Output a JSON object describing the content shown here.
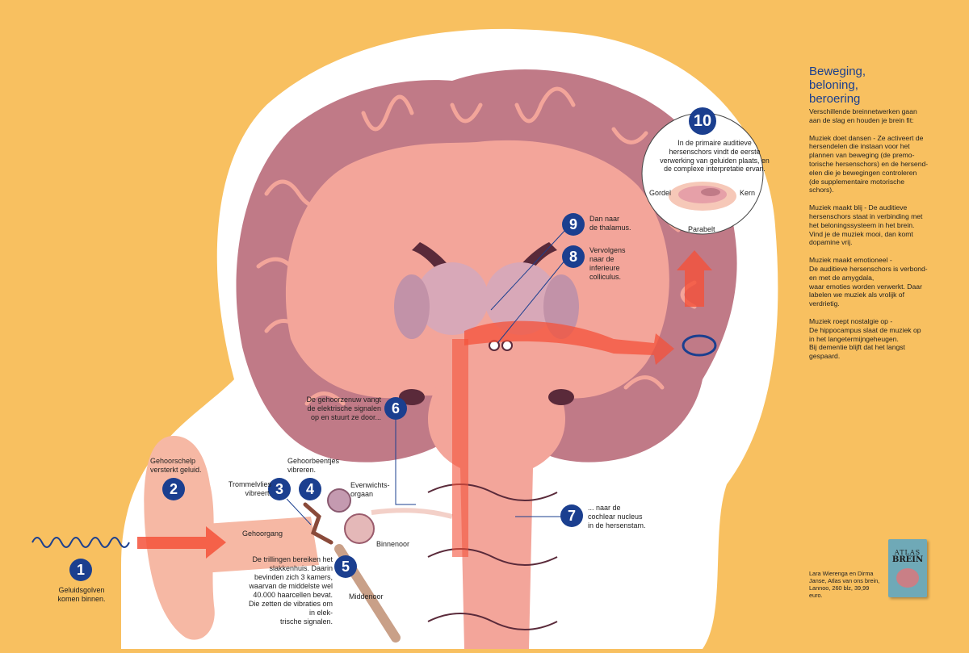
{
  "colors": {
    "background": "#f8c060",
    "head": "#ffffff",
    "brain_outer": "#c07a87",
    "brain_inner": "#f3a59a",
    "badge": "#1b3f8f",
    "arrow": "#f4513a",
    "skin": "#f6b8a4"
  },
  "steps": [
    {
      "num": "1",
      "text": [
        "Geluidsgolven",
        "komen binnen."
      ]
    },
    {
      "num": "2",
      "text": [
        "Gehoorschelp",
        "versterkt geluid."
      ]
    },
    {
      "num": "3",
      "text": [
        "Trommelvlies",
        "vibreert."
      ]
    },
    {
      "num": "4",
      "text": [
        "Gehoorbeentjes",
        "vibreren."
      ]
    },
    {
      "num": "5",
      "text": [
        "De trillingen bereiken het",
        "slakkenhuis. Daarin",
        "bevinden zich 3 kamers,",
        "waarvan de middelste wel",
        "40.000 haarcellen bevat.",
        "Die zetten de vibraties om",
        "in elek-",
        "trische signalen."
      ]
    },
    {
      "num": "6",
      "text": [
        "De gehoorzenuw vangt",
        "de elektrische signalen",
        "op en stuurt ze door..."
      ]
    },
    {
      "num": "7",
      "text": [
        "... naar de",
        "cochlear nucleus",
        "in de hersenstam."
      ]
    },
    {
      "num": "8",
      "text": [
        "Vervolgens",
        "naar de",
        "inferieure",
        "colliculus."
      ]
    },
    {
      "num": "9",
      "text": [
        "Dan naar",
        "de thalamus."
      ]
    },
    {
      "num": "10",
      "text": [
        "In de primaire auditieve",
        "hersenschors vindt de eerste",
        "verwerking van geluiden plaats, en",
        "de complexe interpretatie ervan."
      ]
    }
  ],
  "labels": {
    "gehoorgang": "Gehoorgang",
    "evenwicht": [
      "Evenwichts-",
      "orgaan"
    ],
    "binnenoor": "Binnenoor",
    "middenoor": "Middenoor",
    "gordel": "Gordel",
    "kern": "Kern",
    "parabelt": "Parabelt"
  },
  "sidebar": {
    "title": [
      "Beweging,",
      "beloning,",
      "beroering"
    ],
    "paragraphs": [
      [
        "Verschillende breinnetwerken gaan",
        "aan de slag en houden je brein fit:"
      ],
      [
        "Muziek doet dansen - Ze activeert de",
        "hersendelen die instaan voor het",
        "plannen van beweging (de premo-",
        "torische hersenschors) en de hersend-",
        "elen die je bewegingen controleren",
        "(de supplementaire motorische",
        "schors)."
      ],
      [
        "Muziek maakt blij - De auditieve",
        "hersenschors staat in verbinding met",
        "het beloningssysteem in het brein.",
        "Vind je de muziek mooi, dan komt",
        "dopamine vrij."
      ],
      [
        "Muziek maakt emotioneel -",
        "De auditieve hersenschors is verbond-",
        "en met de amygdala,",
        "waar emoties worden verwerkt. Daar",
        "labelen we muziek als vrolijk of",
        "verdrietig."
      ],
      [
        "Muziek roept nostalgie op -",
        "De hippocampus slaat de muziek op",
        "in het langetermijngeheugen.",
        "Bij dementie blijft dat het langst",
        "gespaard."
      ]
    ]
  },
  "credit": [
    "Lara Wierenga en Dirma",
    "Janse, Atlas van ons brein,",
    "Lannoo, 260 blz, 39,99",
    "euro."
  ],
  "book": {
    "line1": "ATLAS",
    "line2": "BREIN"
  }
}
